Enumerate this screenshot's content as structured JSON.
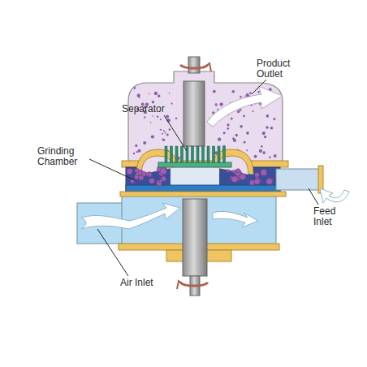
{
  "diagram": {
    "labels": [
      "Product Outlet",
      "Separator",
      "Grinding Chamber",
      "Feed Inlet",
      "Air Inlet"
    ]
  }
}
